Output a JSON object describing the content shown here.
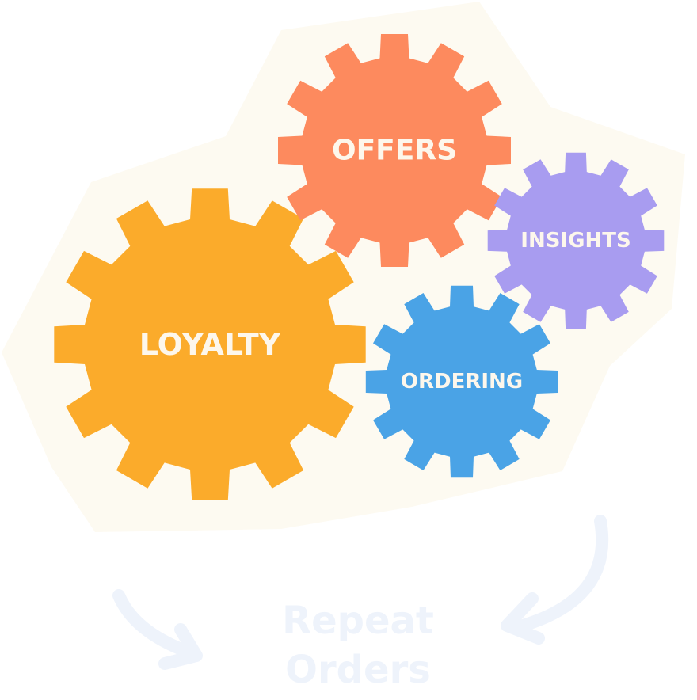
{
  "diagram": {
    "gears": [
      {
        "id": "loyalty",
        "label": "LOYALTY",
        "color": "#fbab2b"
      },
      {
        "id": "offers",
        "label": "OFFERS",
        "color": "#fd8a5e"
      },
      {
        "id": "insights",
        "label": "INSIGHTS",
        "color": "#a89cf0"
      },
      {
        "id": "ordering",
        "label": "ORDERING",
        "color": "#4aa3e6"
      }
    ],
    "background_blob_color": "#fdfaf1",
    "arrow_color": "#eef3fb",
    "outcome": {
      "line1": "Repeat",
      "line2": "Orders",
      "color": "#eef3fb"
    }
  }
}
